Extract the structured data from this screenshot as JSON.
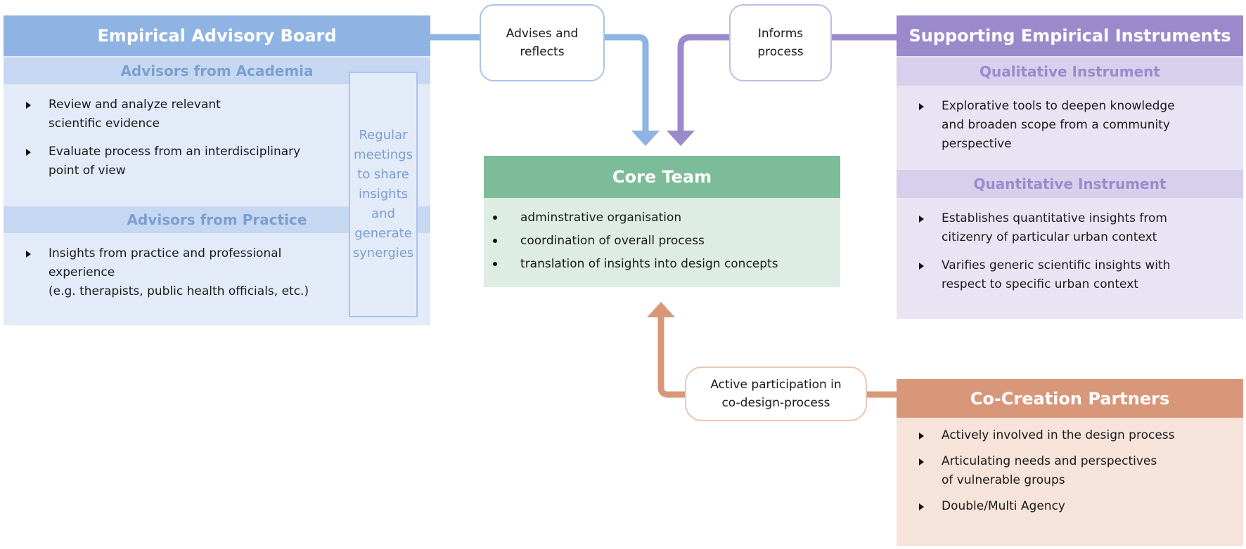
{
  "advisory_board": {
    "title": "Empirical Advisory Board",
    "academia_title": "Advisors from Academia",
    "academia_items": [
      "Review and analyze relevant\nscientific evidence",
      "Evaluate process from an interdisciplinary\npoint of view"
    ],
    "practice_title": "Advisors from Practice",
    "practice_items": [
      "Insights from practice and professional\nexperience\n(e.g. therapists, public health officials, etc.)"
    ],
    "meetings_text": "Regular\nmeetings\nto share\ninsights\nand\ngenerate\nsynergies"
  },
  "connectors": {
    "advises": "Advises and\nreflects",
    "informs": "Informs\nprocess",
    "participation": "Active participation in\nco-design-process"
  },
  "core_team": {
    "title": "Core Team",
    "items": [
      "adminstrative organisation",
      "coordination of overall process",
      "translation of insights into design concepts"
    ]
  },
  "instruments": {
    "title": "Supporting Empirical Instruments",
    "qualitative_title": "Qualitative Instrument",
    "qualitative_items": [
      "Explorative tools to deepen knowledge\nand broaden scope from a community\nperspective"
    ],
    "quantitative_title": "Quantitative Instrument",
    "quantitative_items": [
      "Establishes quantitative insights from\ncitizenry of particular urban context",
      "Varifies generic scientific insights with\nrespect to specific urban context"
    ]
  },
  "partners": {
    "title": "Co-Creation Partners",
    "items": [
      "Actively involved in the design process",
      "Articulating needs and perspectives\nof vulnerable groups",
      "Double/Multi Agency"
    ]
  },
  "colors": {
    "blue_header": "#8fb4e3",
    "blue_sub": "#c6d8f1",
    "blue_body": "#e3eaf8",
    "blue_text": "#7b9fcf",
    "purple_header": "#9b8acb",
    "purple_sub": "#d6d0ec",
    "purple_body": "#e8e4f4",
    "purple_text": "#9b8acb",
    "green_header": "#7dbc98",
    "green_body": "#deede4",
    "orange_header": "#d9977a",
    "orange_body": "#f6e3d9"
  }
}
